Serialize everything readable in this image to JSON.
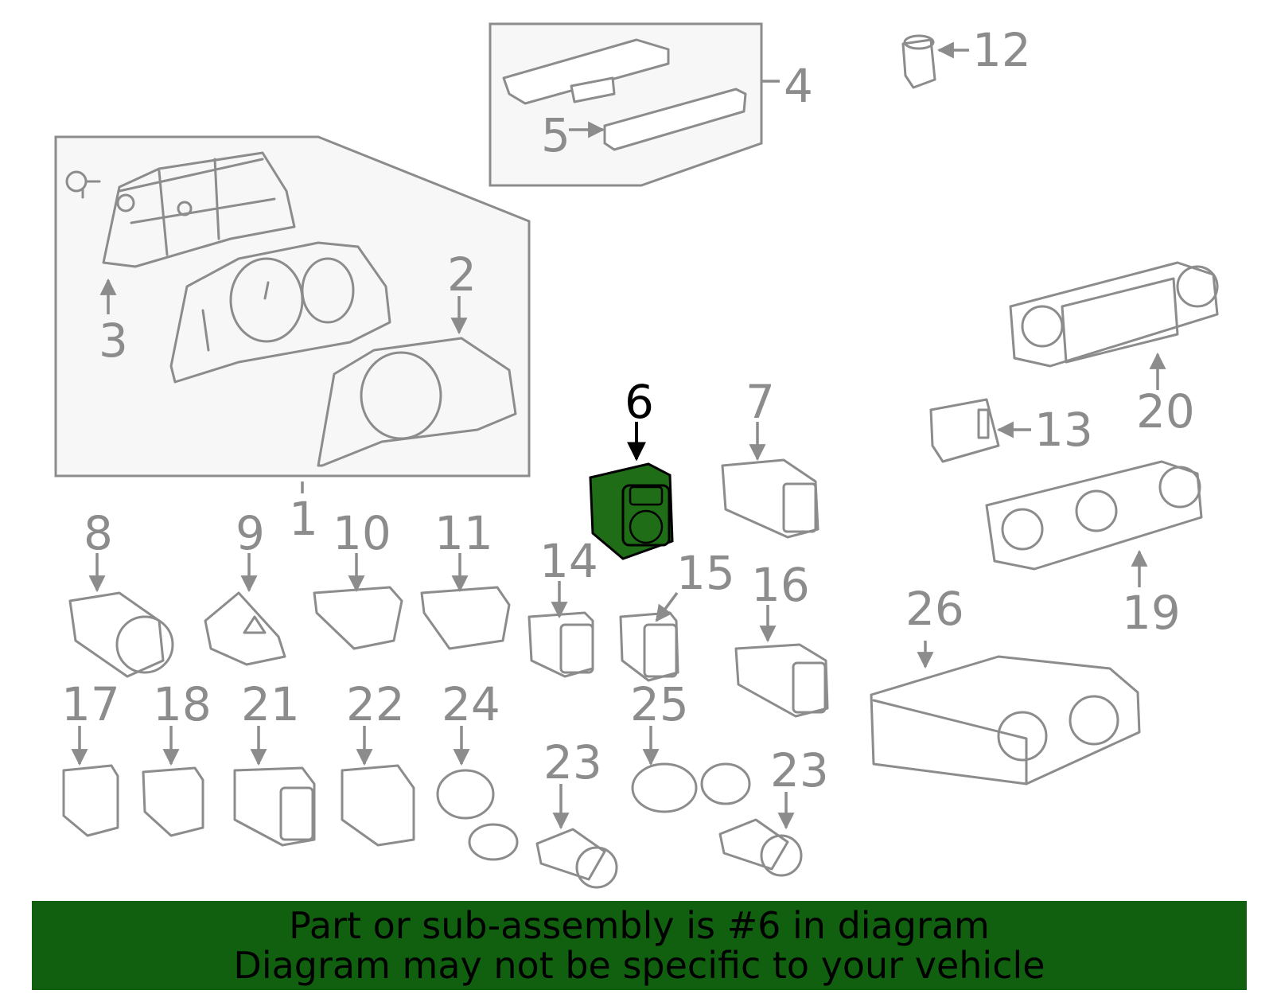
{
  "colors": {
    "highlight": "#1f6e17",
    "banner": "#106010",
    "line": "#8c8c8c"
  },
  "callouts": {
    "c1": "1",
    "c2": "2",
    "c3": "3",
    "c4": "4",
    "c5": "5",
    "c6": "6",
    "c7": "7",
    "c8": "8",
    "c9": "9",
    "c10": "10",
    "c11": "11",
    "c12": "12",
    "c13": "13",
    "c14": "14",
    "c15": "15",
    "c16": "16",
    "c17": "17",
    "c18": "18",
    "c19": "19",
    "c20": "20",
    "c21": "21",
    "c22": "22",
    "c23a": "23",
    "c23b": "23",
    "c24": "24",
    "c25": "25",
    "c26": "26"
  },
  "highlighted_part": "6",
  "banner": {
    "line1": "Part or sub-assembly is #6 in diagram",
    "line2": "Diagram may not be specific to your vehicle"
  }
}
